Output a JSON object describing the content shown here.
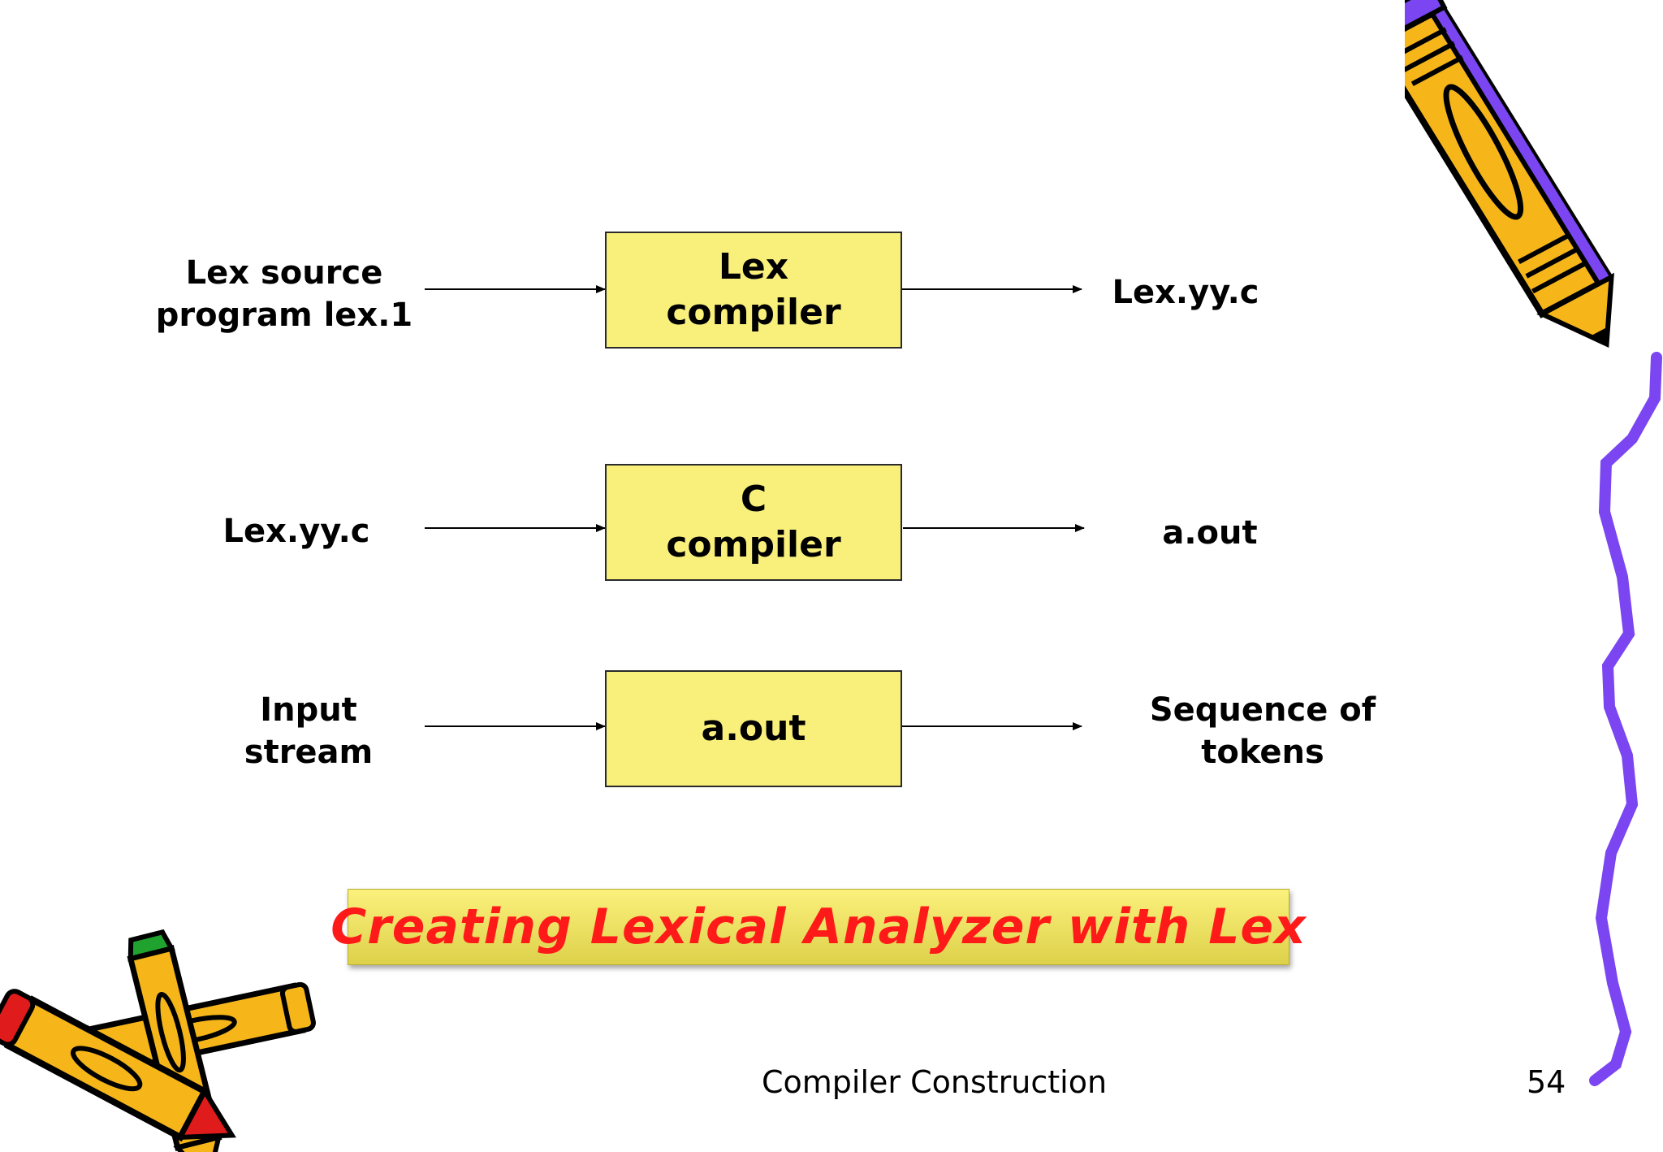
{
  "rows": [
    {
      "input_lines": [
        "Lex source",
        "program lex.1"
      ],
      "box_lines": [
        "Lex",
        "compiler"
      ],
      "output_lines": [
        "Lex.yy.c"
      ]
    },
    {
      "input_lines": [
        "Lex.yy.c"
      ],
      "box_lines": [
        "C",
        "compiler"
      ],
      "output_lines": [
        "a.out"
      ]
    },
    {
      "input_lines": [
        "Input",
        "stream"
      ],
      "box_lines": [
        "a.out"
      ],
      "output_lines": [
        "Sequence of",
        "tokens"
      ]
    }
  ],
  "banner": {
    "text": "Creating Lexical Analyzer with Lex"
  },
  "footer": {
    "title": "Compiler Construction",
    "page_number": "54"
  },
  "colors": {
    "box_fill": "#f9f07c",
    "banner_text": "#ff1a1a",
    "squiggle": "#7b46f2"
  },
  "decorations": [
    "pencil-top-right",
    "squiggle-right-edge",
    "pencils-bottom-left"
  ]
}
